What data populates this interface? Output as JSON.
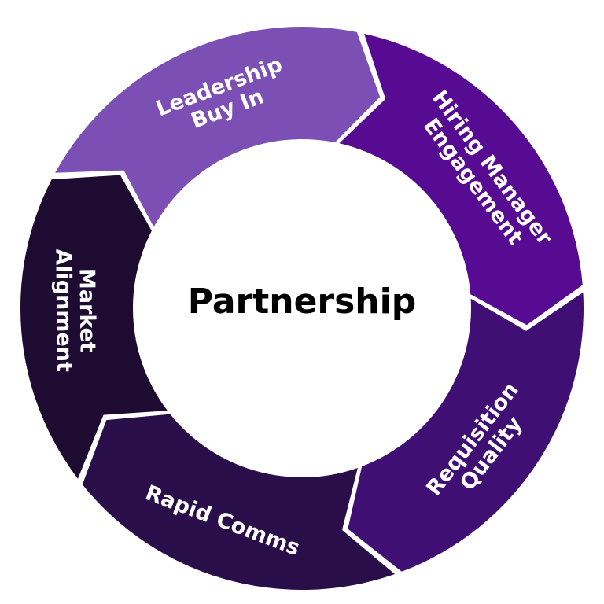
{
  "center": {
    "title": "Partnership"
  },
  "segments": [
    {
      "id": "leadership",
      "lines": [
        "Leadership",
        "Buy In"
      ],
      "color": "#7b4fb4"
    },
    {
      "id": "hiring",
      "lines": [
        "Hiring Manager",
        "Engagement"
      ],
      "color": "#560b92"
    },
    {
      "id": "requisition",
      "lines": [
        "Requisition",
        "Quality"
      ],
      "color": "#3f0f73"
    },
    {
      "id": "rapid",
      "lines": [
        "Rapid Comms"
      ],
      "color": "#290e49"
    },
    {
      "id": "market",
      "lines": [
        "Market",
        "Alignment"
      ],
      "color": "#1e0b31"
    }
  ]
}
